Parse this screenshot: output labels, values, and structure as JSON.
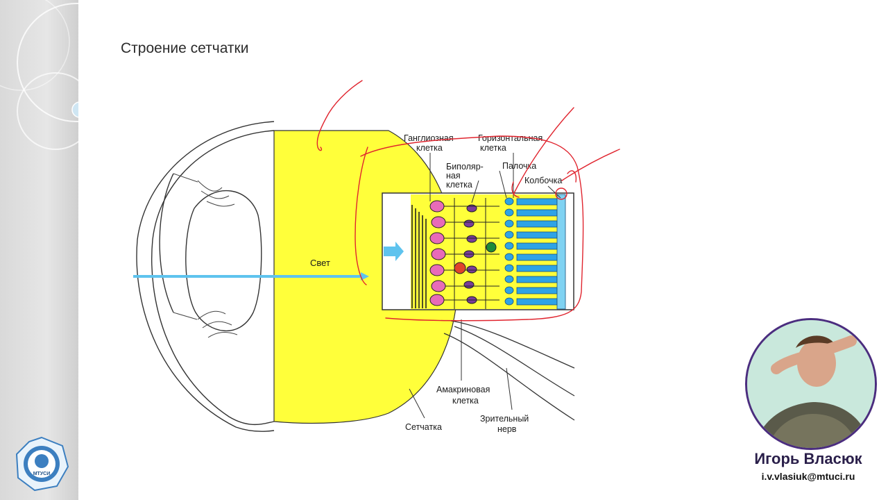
{
  "slide": {
    "title": "Строение сетчатки"
  },
  "diagram": {
    "labels": {
      "ganglion": [
        "Ганглиозная",
        "клетка"
      ],
      "horizontal": [
        "Горизонтальная",
        "клетка"
      ],
      "bipolar": [
        "Биполяр-",
        "ная",
        "клетка"
      ],
      "rod": "Палочка",
      "cone": "Колбочка",
      "light": "Свет",
      "amacrine": [
        "Амакриновая",
        "клетка"
      ],
      "retina": "Сетчатка",
      "optic_nerve": [
        "Зрительный",
        "нерв"
      ]
    }
  },
  "lecturer": {
    "name": "Игорь Власюк",
    "email": "i.v.vlasiuk@mtuci.ru"
  },
  "logo": {
    "abbr": "МТУСИ"
  },
  "colors": {
    "retina_yellow": "#ffff3a",
    "light_blue": "#5ec3ee",
    "receptor_blue": "#2ea3e6",
    "annotation_red": "#e0242e",
    "name_color": "#2a1f4a"
  }
}
